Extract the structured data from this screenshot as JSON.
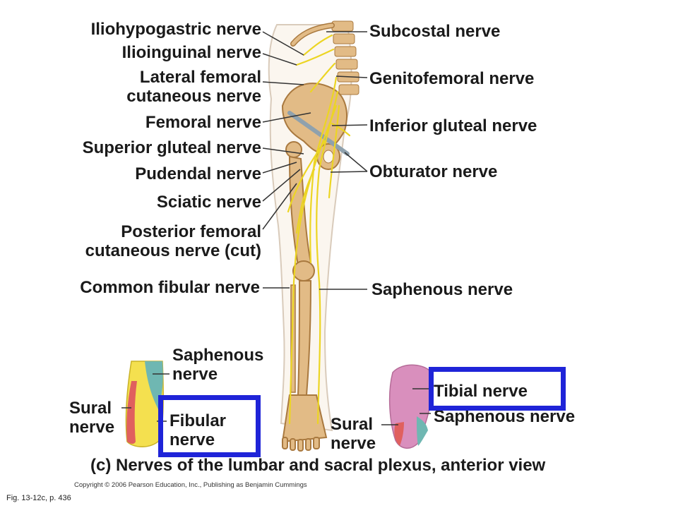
{
  "labels": {
    "iliohypogastric": "Iliohypogastric nerve",
    "ilioinguinal": "Ilioinguinal nerve",
    "lateral_femoral": "Lateral femoral\ncutaneous nerve",
    "femoral": "Femoral nerve",
    "superior_gluteal": "Superior gluteal nerve",
    "pudendal": "Pudendal nerve",
    "sciatic": "Sciatic nerve",
    "posterior_femoral": "Posterior femoral\ncutaneous nerve (cut)",
    "common_fibular": "Common fibular nerve",
    "subcostal": "Subcostal nerve",
    "genitofemoral": "Genitofemoral nerve",
    "inferior_gluteal": "Inferior gluteal nerve",
    "obturator": "Obturator nerve",
    "saphenous": "Saphenous nerve",
    "foot_saphenous": "Saphenous\nnerve",
    "foot_sural_left": "Sural\nnerve",
    "fibular": "Fibular\nnerve",
    "foot_sural_right": "Sural\nnerve",
    "tibial": "Tibial nerve",
    "sole_saphenous": "Saphenous nerve"
  },
  "caption": "(c)  Nerves of the lumbar and sacral plexus, anterior view",
  "copyright": "Copyright © 2006 Pearson Education, Inc., Publishing as Benjamin Cummings",
  "figure_ref": "Fig. 13-12c,  p. 436",
  "colors": {
    "bone": "#e2bb86",
    "bone_edge": "#a9793f",
    "nerve": "#ecd523",
    "leg_outline": "#d9cbbb",
    "sural_region": "#e0605e",
    "fibular_region": "#f4e04f",
    "saphenous_region": "#6fb7b2",
    "tibial_region": "#d98fbd",
    "highlight_box": "#1f24d8",
    "leader": "#333333"
  }
}
